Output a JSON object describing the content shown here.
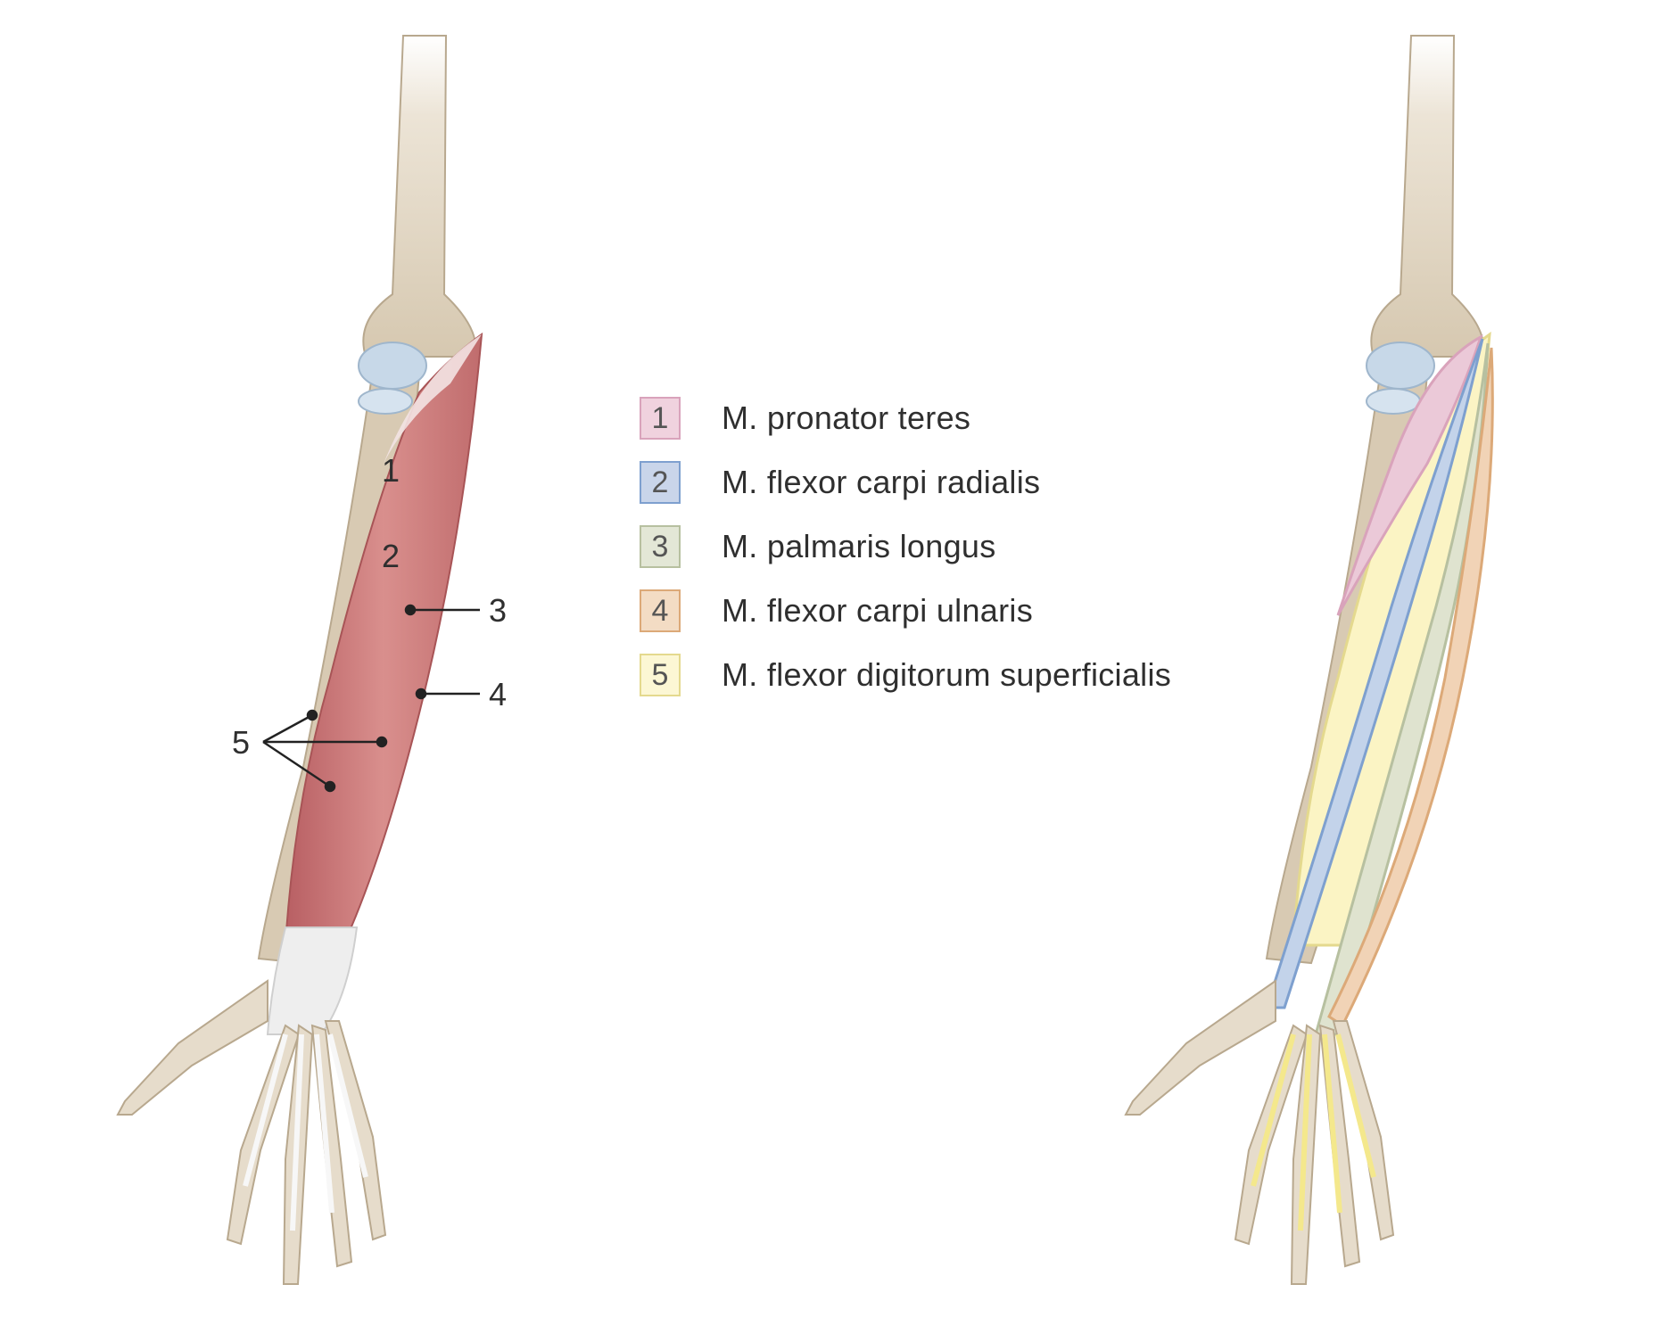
{
  "colors": {
    "pronator_teres": "#e9c6d6",
    "flexor_carpi_radialis": "#c0d0e6",
    "palmaris_longus": "#dfe3cf",
    "flexor_carpi_ulnaris": "#f1d3b6",
    "flexor_digitorum_superficialis": "#fbf4c4",
    "muscle_red": "#c9797a",
    "bone": "#d8cab3",
    "tendon": "#eeeeee"
  },
  "legend": [
    {
      "number": "1",
      "label": "M. pronator teres",
      "fill": "#f0d2de",
      "stroke": "#d9a3bb"
    },
    {
      "number": "2",
      "label": "M. flexor carpi radialis",
      "fill": "#c9d5ea",
      "stroke": "#7ea0cf"
    },
    {
      "number": "3",
      "label": "M. palmaris longus",
      "fill": "#e3e7d6",
      "stroke": "#b7c0a0"
    },
    {
      "number": "4",
      "label": "M. flexor carpi ulnaris",
      "fill": "#f3dcc4",
      "stroke": "#dca978"
    },
    {
      "number": "5",
      "label": "M. flexor digitorum superficialis",
      "fill": "#fcf7d4",
      "stroke": "#e4d98e"
    }
  ],
  "callouts": {
    "one": "1",
    "two": "2",
    "three": "3",
    "four": "4",
    "five": "5"
  }
}
